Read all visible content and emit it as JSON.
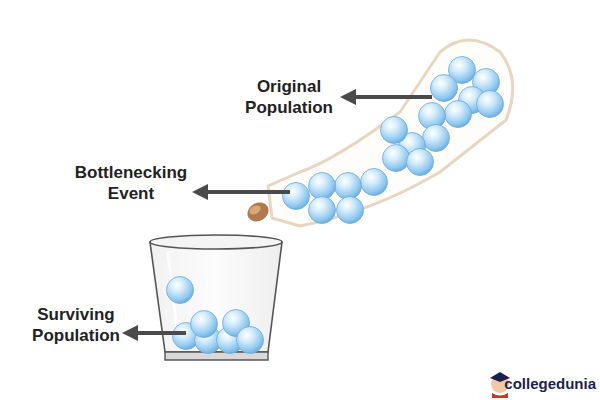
{
  "diagram": {
    "labels": [
      "Original Population",
      "Bottlenecking Event",
      "Surviving Population",
      "collegedunia"
    ]
  }
}
